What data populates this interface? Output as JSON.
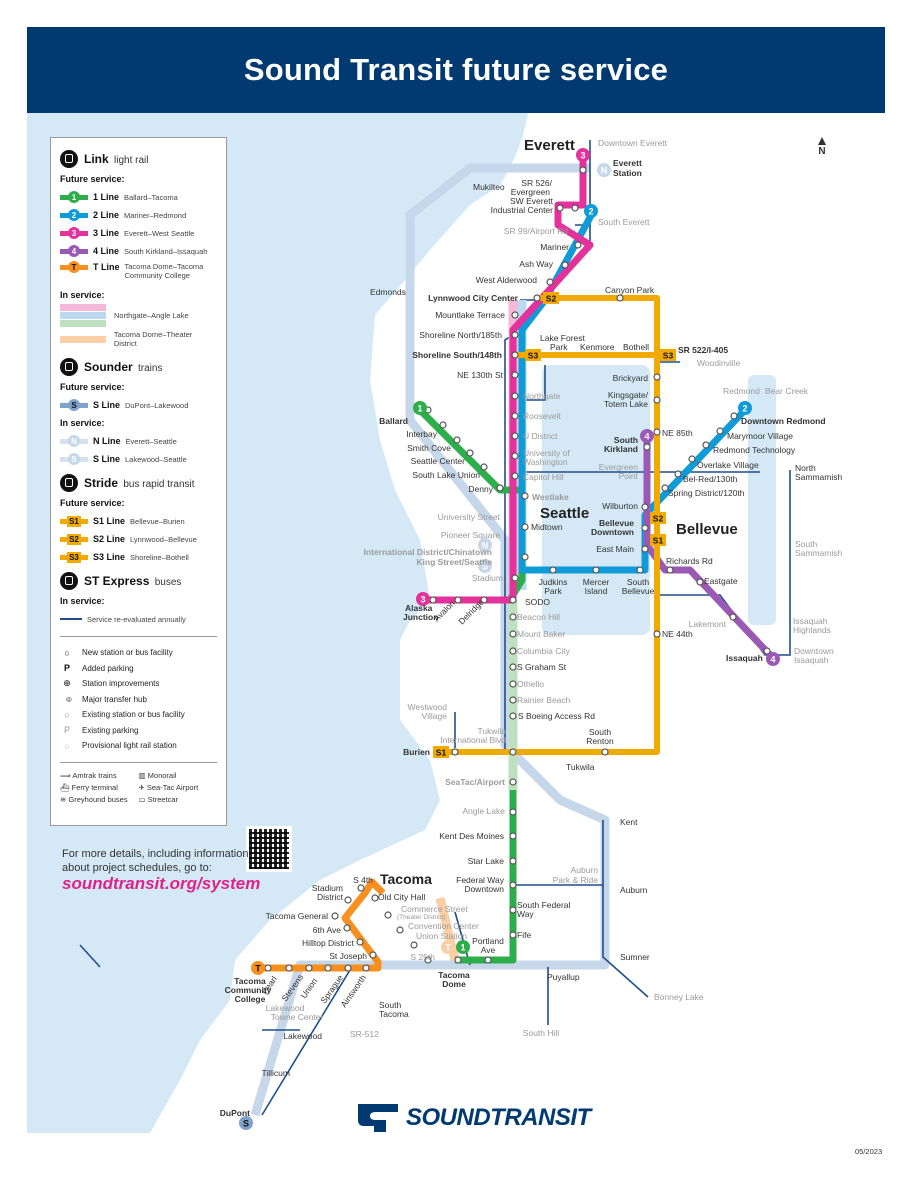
{
  "header": {
    "title": "Sound Transit future service"
  },
  "colors": {
    "header_bg": "#003A70",
    "water": "#D4E9F5",
    "line1": "#2EAE4A",
    "line2": "#0F9BD8",
    "line3": "#E3329B",
    "line4": "#9B59B6",
    "lineT": "#F7901E",
    "stride": "#F2A900",
    "sounder": "#C7D7EA",
    "express": "#1F4E8C",
    "in_service_pink": "#F4B8D8",
    "in_service_blue": "#BCD9F0",
    "in_service_green": "#BFE0BE",
    "in_service_orange": "#FBCFA6",
    "url_magenta": "#E0218A"
  },
  "legend": {
    "link": {
      "title": "Link",
      "subtitle": "light rail",
      "future_label": "Future service:",
      "future": [
        {
          "badge": "1",
          "name": "1 Line",
          "desc": "Ballard–Tacoma",
          "color": "#2EAE4A"
        },
        {
          "badge": "2",
          "name": "2 Line",
          "desc": "Mariner–Redmond",
          "color": "#0F9BD8"
        },
        {
          "badge": "3",
          "name": "3 Line",
          "desc": "Everett–West Seattle",
          "color": "#E3329B"
        },
        {
          "badge": "4",
          "name": "4 Line",
          "desc": "South Kirkland–Issaquah",
          "color": "#9B59B6"
        },
        {
          "badge": "T",
          "name": "T Line",
          "desc": "Tacoma Dome–Tacoma Community College",
          "color": "#F7901E"
        }
      ],
      "in_service_label": "In service:",
      "in_service": [
        {
          "desc": "Northgate–Angle Lake"
        },
        {
          "desc": "Tacoma Dome–Theater District"
        }
      ]
    },
    "sounder": {
      "title": "Sounder",
      "subtitle": "trains",
      "future_label": "Future service:",
      "future": [
        {
          "badge": "S",
          "name": "S Line",
          "desc": "DuPont–Lakewood"
        }
      ],
      "in_service_label": "In service:",
      "in_service": [
        {
          "badge": "N",
          "name": "N Line",
          "desc": "Everett–Seattle"
        },
        {
          "badge": "S",
          "name": "S Line",
          "desc": "Lakewood–Seattle"
        }
      ]
    },
    "stride": {
      "title": "Stride",
      "subtitle": "bus rapid transit",
      "future_label": "Future service:",
      "future": [
        {
          "badge": "S1",
          "name": "S1 Line",
          "desc": "Bellevue–Burien"
        },
        {
          "badge": "S2",
          "name": "S2 Line",
          "desc": "Lynnwood–Bellevue"
        },
        {
          "badge": "S3",
          "name": "S3 Line",
          "desc": "Shoreline–Bothell"
        }
      ]
    },
    "express": {
      "title": "ST Express",
      "subtitle": "buses",
      "in_service_label": "In service:",
      "in_service": [
        {
          "desc": "Service re-evaluated annually"
        }
      ]
    },
    "symbols": [
      {
        "glyph": "○",
        "label": "New station or bus facility"
      },
      {
        "glyph": "P",
        "label": "Added parking"
      },
      {
        "glyph": "⊕",
        "label": "Station improvements"
      },
      {
        "glyph": "○○",
        "label": "Major transfer hub"
      },
      {
        "glyph": "○",
        "label": "Existing station or bus facility"
      },
      {
        "glyph": "P",
        "label": "Existing parking"
      },
      {
        "glyph": "○",
        "label": "Provisional light rail station"
      }
    ],
    "modes": [
      {
        "icon": "amtrak-icon",
        "label": "Amtrak trains"
      },
      {
        "icon": "monorail-icon",
        "label": "Monorail"
      },
      {
        "icon": "ferry-icon",
        "label": "Ferry terminal"
      },
      {
        "icon": "airport-icon",
        "label": "Sea-Tac Airport"
      },
      {
        "icon": "greyhound-icon",
        "label": "Greyhound buses"
      },
      {
        "icon": "streetcar-icon",
        "label": "Streetcar"
      }
    ]
  },
  "info": {
    "text_line1": "For more details, including information",
    "text_line2": "about project schedules, go to:",
    "url": "soundtransit.org/system"
  },
  "compass": {
    "label": "N"
  },
  "date": "05/2023",
  "logo": {
    "text": "SOUNDTRANSIT"
  },
  "map": {
    "cities": [
      "Everett",
      "Seattle",
      "Bellevue",
      "Tacoma"
    ],
    "stations": {
      "downtown_everett": "Downtown Everett",
      "everett_station_1": "Everett",
      "everett_station_2": "Station",
      "mukilteo": "Mukilteo",
      "sr526_1": "SR 526/",
      "sr526_2": "Evergreen",
      "sw_everett_1": "SW Everett",
      "sw_everett_2": "Industrial Center",
      "south_everett": "South Everett",
      "sr99": "SR 99/Airport Rd",
      "mariner": "Mariner",
      "ash_way": "Ash Way",
      "west_alderwood": "West Alderwood",
      "edmonds": "Edmonds",
      "lynnwood": "Lynnwood City Center",
      "canyon_park": "Canyon Park",
      "mountlake": "Mountlake Terrace",
      "shoreline_north": "Shoreline North/185th",
      "shoreline_south": "Shoreline South/148th",
      "lake_forest_1": "Lake Forest",
      "lake_forest_2": "Park",
      "kenmore": "Kenmore",
      "bothell": "Bothell",
      "sr522": "SR 522/I-405",
      "woodinville": "Woodinville",
      "ne130": "NE 130th St",
      "northgate": "Northgate",
      "brickyard": "Brickyard",
      "kingsgate_1": "Kingsgate/",
      "kingsgate_2": "Totem Lake",
      "roosevelt": "Roosevelt",
      "u_district": "U District",
      "uw_1": "University of",
      "uw_2": "Washington",
      "capitol_hill": "Capitol Hill",
      "ne85": "NE 85th",
      "south_kirkland_1": "South",
      "south_kirkland_2": "Kirkland",
      "evergreen_point_1": "Evergreen",
      "evergreen_point_2": "Point",
      "redmond": "Redmond",
      "bear_creek": "Bear Creek",
      "downtown_redmond": "Downtown Redmond",
      "marymoor": "Marymoor Village",
      "redmond_tech": "Redmond Technology",
      "overlake": "Overlake Village",
      "belred": "Bel-Red/130th",
      "spring_district": "Spring District/120th",
      "north_sammamish_1": "North",
      "north_sammamish_2": "Sammamish",
      "south_sammamish_1": "South",
      "south_sammamish_2": "Sammamish",
      "ballard": "Ballard",
      "interbay": "Interbay",
      "smith_cove": "Smith Cove",
      "seattle_center": "Seattle Center",
      "slu": "South Lake Union",
      "denny": "Denny",
      "westlake": "Westlake",
      "university_street": "University Street",
      "midtown": "Midtown",
      "pioneer_square": "Pioneer Square",
      "idc": "International District/Chinatown",
      "king_street": "King Street/Seattle",
      "stadium": "Stadium",
      "wilburton": "Wilburton",
      "bellevue_downtown_1": "Bellevue",
      "bellevue_downtown_2": "Downtown",
      "east_main": "East Main",
      "richards_rd": "Richards Rd",
      "eastgate": "Eastgate",
      "judkins_1": "Judkins",
      "judkins_2": "Park",
      "mercer_1": "Mercer",
      "mercer_2": "Island",
      "south_bellevue_1": "South",
      "south_bellevue_2": "Bellevue",
      "alaska_1": "Alaska",
      "alaska_2": "Junction",
      "avalon": "Avalon",
      "delridge": "Delridge",
      "sodo": "SODO",
      "beacon_hill": "Beacon Hill",
      "mount_baker": "Mount Baker",
      "columbia_city": "Columbia City",
      "s_graham": "S Graham St",
      "othello": "Othello",
      "rainier_beach": "Rainier Beach",
      "boeing": "S Boeing Access Rd",
      "ne44": "NE 44th",
      "lakemont": "Lakemont",
      "issaquah": "Issaquah",
      "issaquah_highlands_1": "Issaquah",
      "issaquah_highlands_2": "Highlands",
      "downtown_issaquah_1": "Downtown",
      "downtown_issaquah_2": "Issaquah",
      "westwood_1": "Westwood",
      "westwood_2": "Village",
      "tukwila_intl_1": "Tukwila",
      "tukwila_intl_2": "International Blvd",
      "south_renton_1": "South",
      "south_renton_2": "Renton",
      "burien": "Burien",
      "tukwila": "Tukwila",
      "seatac": "SeaTac/Airport",
      "angle_lake": "Angle Lake",
      "kent_des_moines": "Kent Des Moines",
      "kent": "Kent",
      "star_lake": "Star Lake",
      "auburn_pr_1": "Auburn",
      "auburn_pr_2": "Park & Ride",
      "fwd_1": "Federal Way",
      "fwd_2": "Downtown",
      "auburn": "Auburn",
      "sfw_1": "South Federal",
      "sfw_2": "Way",
      "fife": "Fife",
      "portland_1": "Portland",
      "portland_2": "Ave",
      "sumner": "Sumner",
      "puyallup": "Puyallup",
      "bonney_lake": "Bonney Lake",
      "south_hill": "South Hill",
      "s4th": "S 4th",
      "stadium_district_1": "Stadium",
      "stadium_district_2": "District",
      "old_city_hall": "Old City Hall",
      "commerce_1": "Commerce Street",
      "commerce_2": "(Theater District)",
      "convention_center": "Convention Center",
      "union_station": "Union Station",
      "tacoma_general": "Tacoma General",
      "sixth_ave": "6th Ave",
      "hilltop": "Hilltop District",
      "st_joseph": "St Joseph",
      "s25th": "S 25th",
      "tacoma_dome_1": "Tacoma",
      "tacoma_dome_2": "Dome",
      "tcc_1": "Tacoma",
      "tcc_2": "Community",
      "tcc_3": "College",
      "pearl": "Pearl",
      "stevens": "Stevens",
      "union": "Union",
      "sprague": "Sprague",
      "ainsworth": "Ainsworth",
      "south_tacoma_1": "South",
      "south_tacoma_2": "Tacoma",
      "lakewood_towne_1": "Lakewood",
      "lakewood_towne_2": "Towne Center",
      "lakewood": "Lakewood",
      "sr512": "SR-512",
      "tillicum": "Tillicum",
      "dupont": "DuPont"
    },
    "badges": {
      "l1": "1",
      "l2": "2",
      "l3": "3",
      "l4": "4",
      "lT": "T",
      "s1": "S1",
      "s2": "S2",
      "s3": "S3",
      "n": "N",
      "s": "S"
    }
  }
}
